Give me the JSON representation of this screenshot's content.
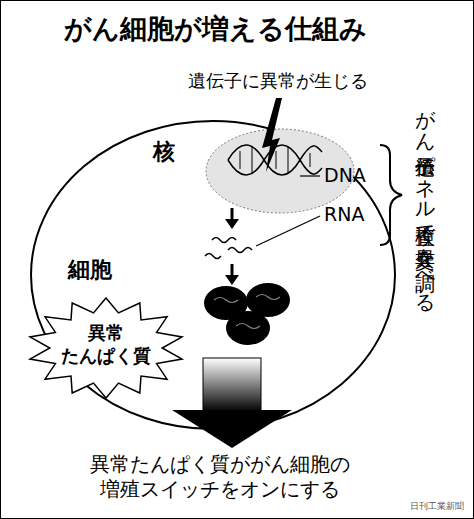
{
  "diagram": {
    "title": "がん細胞が増える仕組み",
    "nodes": [
      {
        "text": [
          "細胞"
        ]
      },
      {
        "text": [
          "核"
        ],
        "in": 0
      },
      {
        "text": [
          "異常 たんぱく質"
        ]
      }
    ],
    "labels": [
      "遺伝子に異常が生じる",
      "DNA",
      "RNA",
      "がん遺伝子パネル検査で変異を調べる",
      "異常たんぱく質ががん細胞の 増殖スイッチをオンにする",
      "日刊工業新聞"
    ]
  }
}
